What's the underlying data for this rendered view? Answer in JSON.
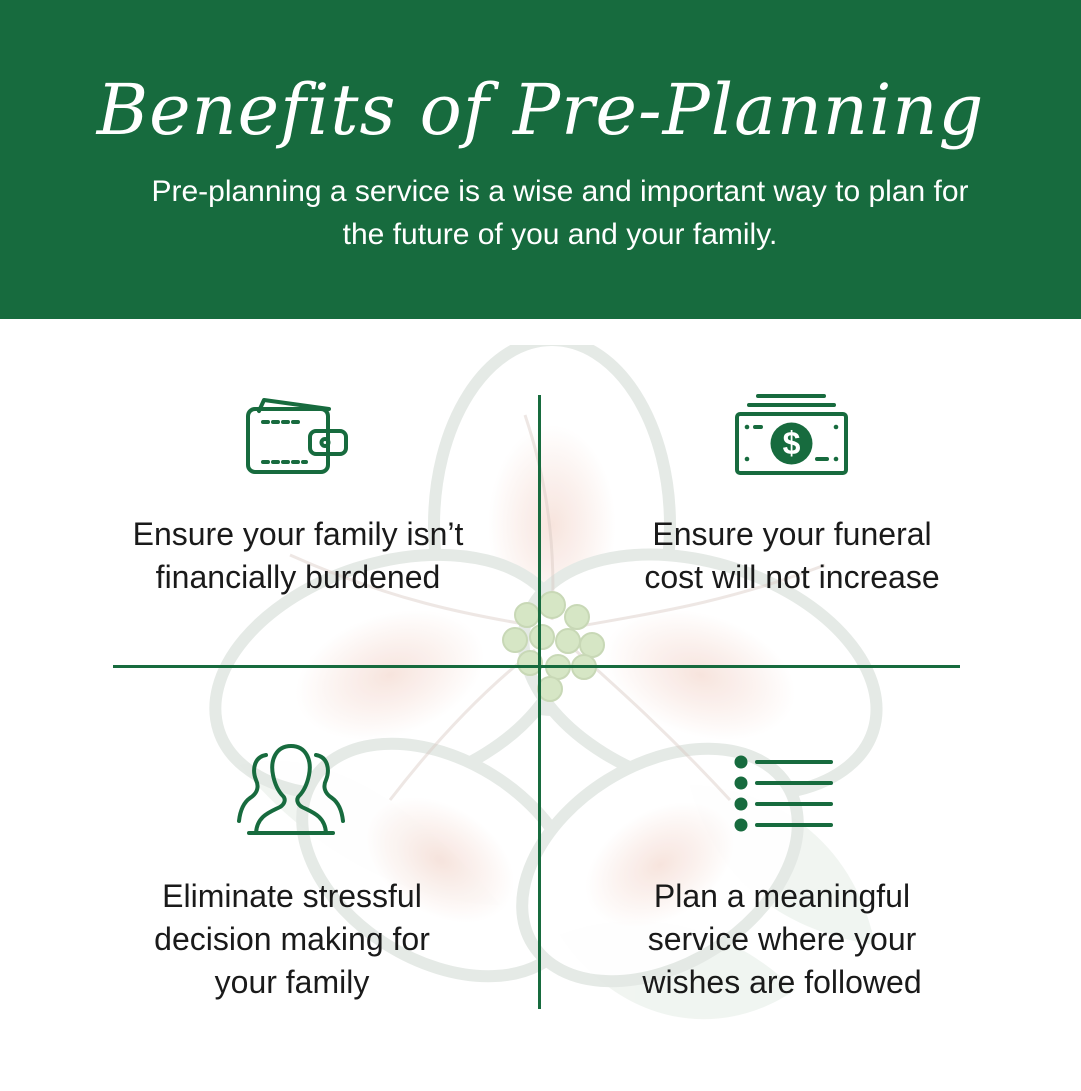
{
  "header": {
    "title": "Benefits of Pre-Planning",
    "subtitle": "Pre-planning a service is a wise and important way to plan for the future of you and your family."
  },
  "colors": {
    "brand_green": "#176b3e",
    "text": "#1a1a1a",
    "background": "#ffffff"
  },
  "benefits": [
    {
      "icon": "wallet-icon",
      "text": "Ensure your family isn’t financially burdened"
    },
    {
      "icon": "money-icon",
      "text": "Ensure your funeral cost will not increase"
    },
    {
      "icon": "people-icon",
      "text": "Eliminate stressful decision making for your family"
    },
    {
      "icon": "checklist-icon",
      "text": "Plan a meaningful service where your wishes are followed"
    }
  ]
}
